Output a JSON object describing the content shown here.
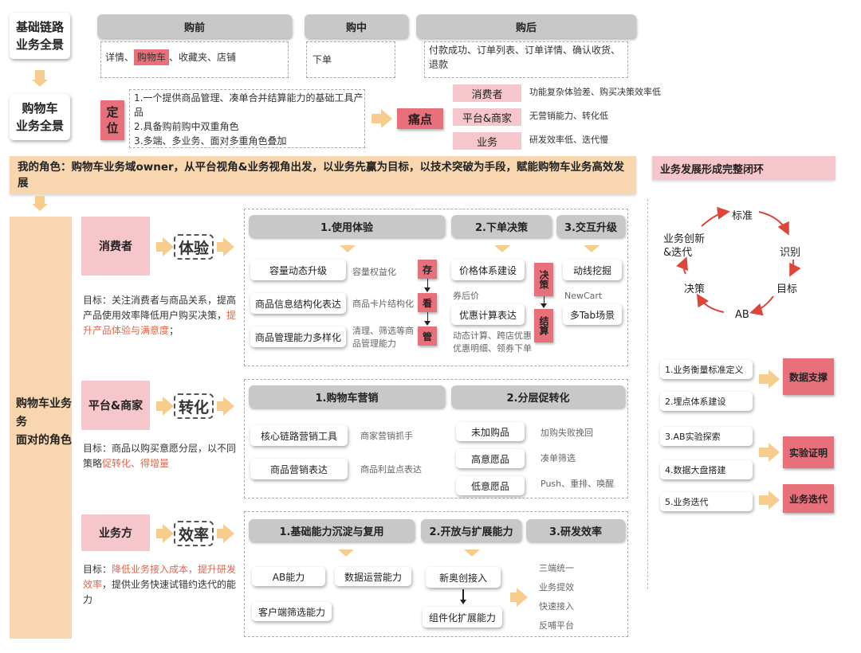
{
  "top": {
    "title": "基础链路\n业务全景",
    "before": {
      "header": "购前",
      "items_pre": "详情、",
      "items_hl": "购物车",
      "items_post": "、收藏夹、店铺"
    },
    "during": {
      "header": "购中",
      "items": "下单"
    },
    "after": {
      "header": "购后",
      "items": "付款成功、订单列表、订单详情、确认收货、退款"
    }
  },
  "cart": {
    "title": "购物车\n业务全景",
    "position_label": "定\n位",
    "positions": [
      "1.一个提供商品管理、凑单合并结算能力的基础工具产品",
      "2.具备购前购中双重角色",
      "3.多端、多业务、面对多重角色叠加"
    ],
    "pain_label": "痛点",
    "pains": [
      {
        "role": "消费者",
        "desc": "功能复杂体验差、购买决策效率低"
      },
      {
        "role": "平台&商家",
        "desc": "无营销能力、转化低"
      },
      {
        "role": "业务",
        "desc": "研发效率低、迭代慢"
      }
    ]
  },
  "role_banner": "我的角色：购物车业务域owner，从平台视角&业务视角出发，以业务先赢为目标，以技术突破为手段，赋能购物车业务高效发展",
  "left_role": "购物车业务\n务\n面对的角色",
  "consumer": {
    "role": "消费者",
    "aspect": "体验",
    "goal_pre": "目标：关注消费者与商品关系，提高产品使用效率降低用户购买决策，",
    "goal_hl": "提升产品体验与满意度",
    "goal_post": "；",
    "col1": {
      "header": "1.使用体验",
      "items": [
        "容量动态升级",
        "商品信息结构化表达",
        "商品管理能力多样化"
      ],
      "notes": [
        "容量权益化",
        "商品卡片结构化",
        "清理、筛选等商品管理能力"
      ],
      "chips": [
        "存",
        "看",
        "管"
      ]
    },
    "col2": {
      "header": "2.下单决策",
      "items": [
        "价格体系建设",
        "优惠计算表达"
      ],
      "notes": [
        "券后价",
        "动态计算、跨店优惠优惠明细、领券下单"
      ],
      "chips": [
        "决策",
        "结算"
      ]
    },
    "col3": {
      "header": "3.交互升级",
      "items": [
        "动线挖掘",
        "多Tab场景"
      ],
      "notes": [
        "NewCart"
      ]
    }
  },
  "merchant": {
    "role": "平台&商家",
    "aspect": "转化",
    "goal_pre": "目标：商品以购买意愿分层，以不同策略",
    "goal_hl": "促转化、得增量",
    "col1": {
      "header": "1.购物车营销",
      "items": [
        "核心链路营销工具",
        "商品营销表达"
      ],
      "notes": [
        "商家营销抓手",
        "商品利益点表达"
      ]
    },
    "col2": {
      "header": "2.分层促转化",
      "items": [
        "未加购品",
        "高意愿品",
        "低意愿品"
      ],
      "notes": [
        "加购失败挽回",
        "凑单筛选",
        "Push、重排、唤醒"
      ]
    }
  },
  "business": {
    "role": "业务方",
    "aspect": "效率",
    "goal_pre": "目标：",
    "goal_hl": "降低业务接入成本，提升研发效率",
    "goal_post": "，提供业务快速试错约迭代的能力",
    "col1": {
      "header": "1.基础能力沉淀与复用",
      "items": [
        "AB能力",
        "数据运营能力",
        "客户端筛选能力"
      ]
    },
    "col2": {
      "header": "2.开放与扩展能力",
      "items": [
        "新奥创接入",
        "组件化扩展能力"
      ]
    },
    "col3": {
      "header": "3.研发效率",
      "notes": [
        "三端统一",
        "业务提效",
        "快速接入",
        "反哺平台"
      ]
    }
  },
  "loop": {
    "title": "业务发展形成完整闭环",
    "nodes": [
      "标准",
      "识别",
      "目标",
      "AB",
      "决策",
      "业务创新\n&迭代"
    ]
  },
  "steps": {
    "items": [
      "1.业务衡量标准定义",
      "2.埋点体系建设",
      "3.AB实验探索",
      "4.数据大盘搭建",
      "5.业务迭代"
    ],
    "tags": [
      "数据支撑",
      "实验证明",
      "业务迭代"
    ]
  },
  "colors": {
    "accent_red": "#e8707a",
    "pink": "#f5c6cb",
    "peach": "#f8d7b0",
    "gray_header": "#c8c8c8",
    "arrow": "#f7cd8e",
    "loop_red": "#e0453a"
  }
}
